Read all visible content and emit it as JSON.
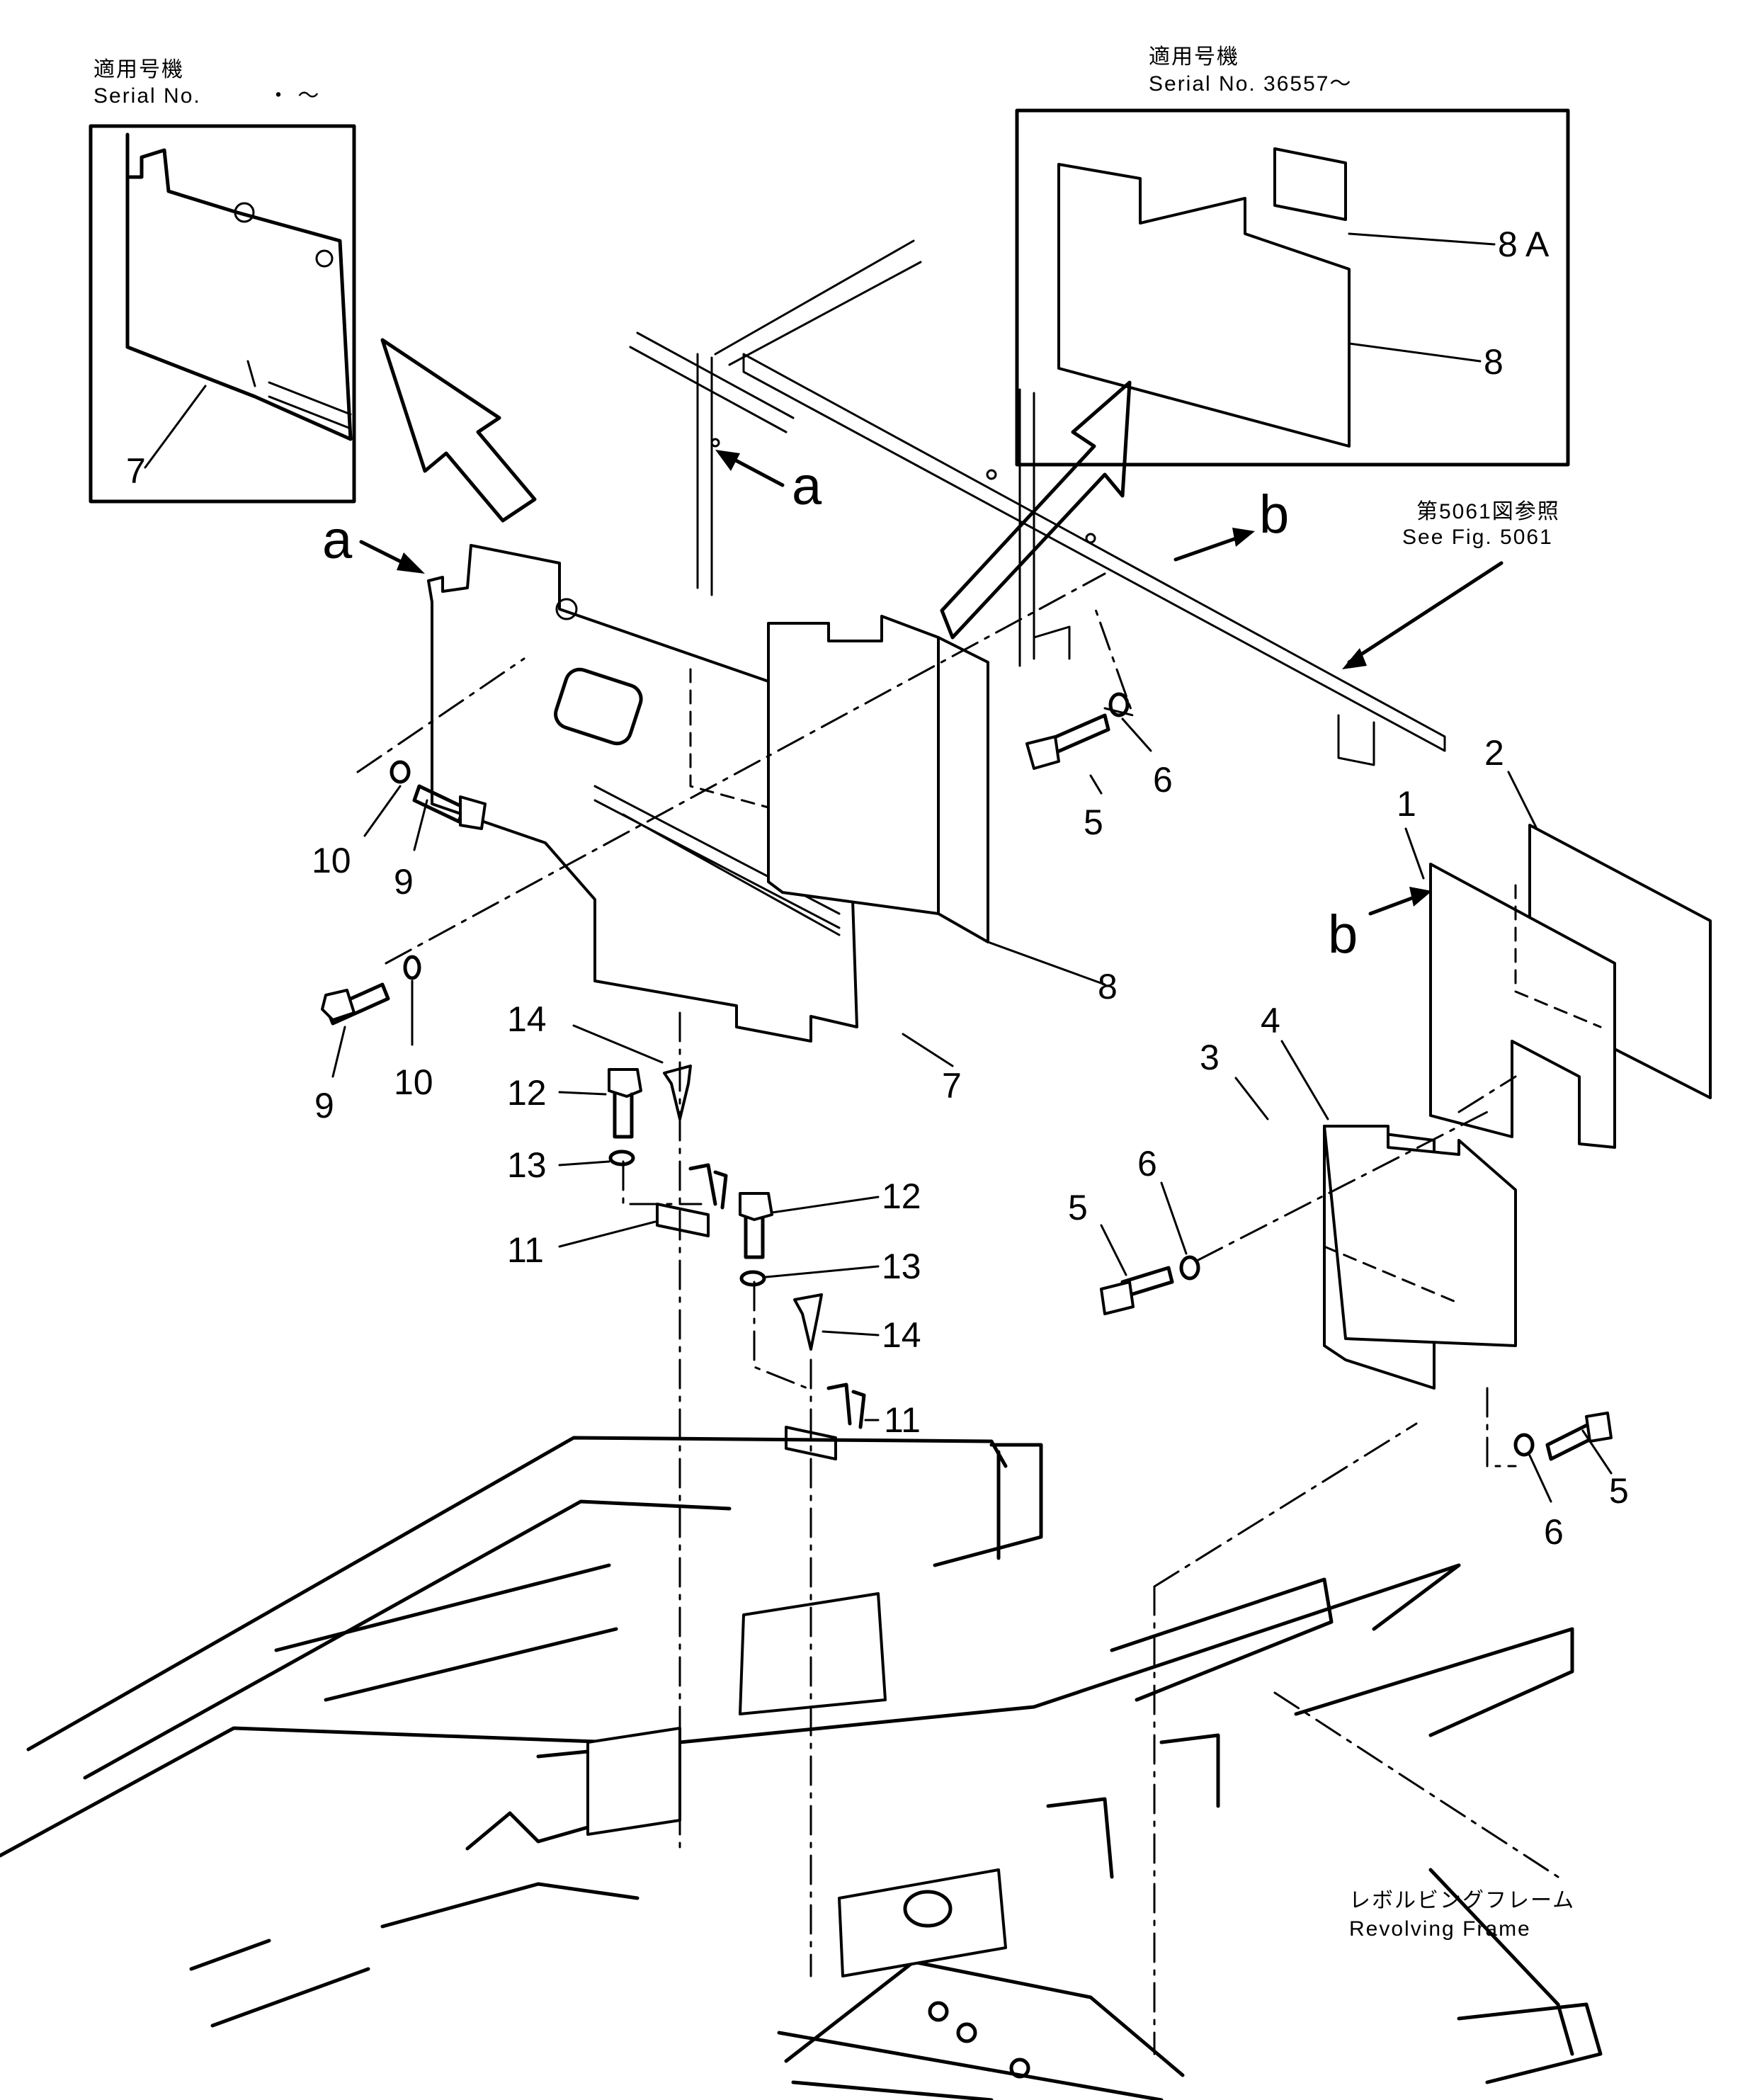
{
  "serial_notes": {
    "left": {
      "jp": "適用号機",
      "en": "Serial  No.",
      "range": "・ ～"
    },
    "right": {
      "jp": "適用号機",
      "en": "Serial  No.  36557～"
    }
  },
  "reference_note": {
    "jp": "第5061図参照",
    "en": "See  Fig.  5061"
  },
  "frame_note": {
    "jp": "レボルビングフレーム",
    "en": "Revolving  Frame"
  },
  "view_letters": {
    "a": "a",
    "b": "b"
  },
  "part_numbers": {
    "p1": "1",
    "p2": "2",
    "p3": "3",
    "p4": "4",
    "p5": "5",
    "p6": "6",
    "p7": "7",
    "p8": "8",
    "p8a": "8 A",
    "p9": "9",
    "p10": "10",
    "p11": "11",
    "p12": "12",
    "p13": "13",
    "p14": "14"
  }
}
